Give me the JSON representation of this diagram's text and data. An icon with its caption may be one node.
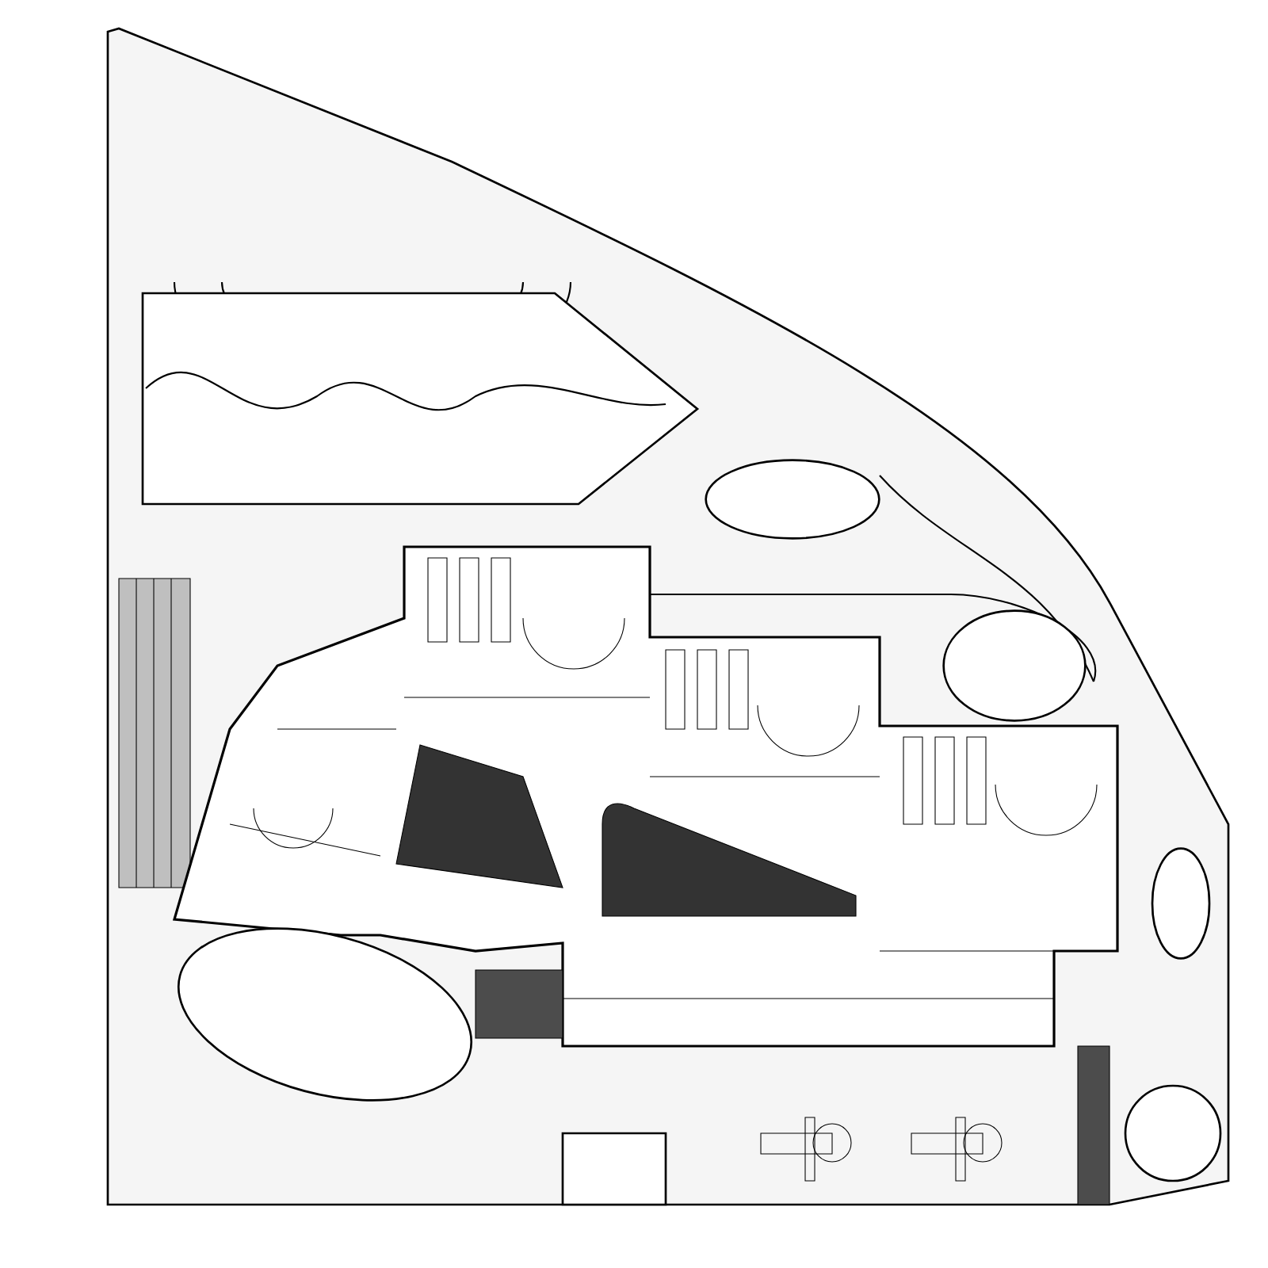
{
  "diagram": {
    "nodes": [
      {
        "text": [],
        "shape": "ellipse"
      },
      {
        "text": [],
        "shape": "ellipse"
      },
      {
        "text": [],
        "shape": "ellipse"
      },
      {
        "text": [],
        "shape": "ellipse"
      },
      {
        "text": [],
        "shape": "circle"
      }
    ]
  }
}
